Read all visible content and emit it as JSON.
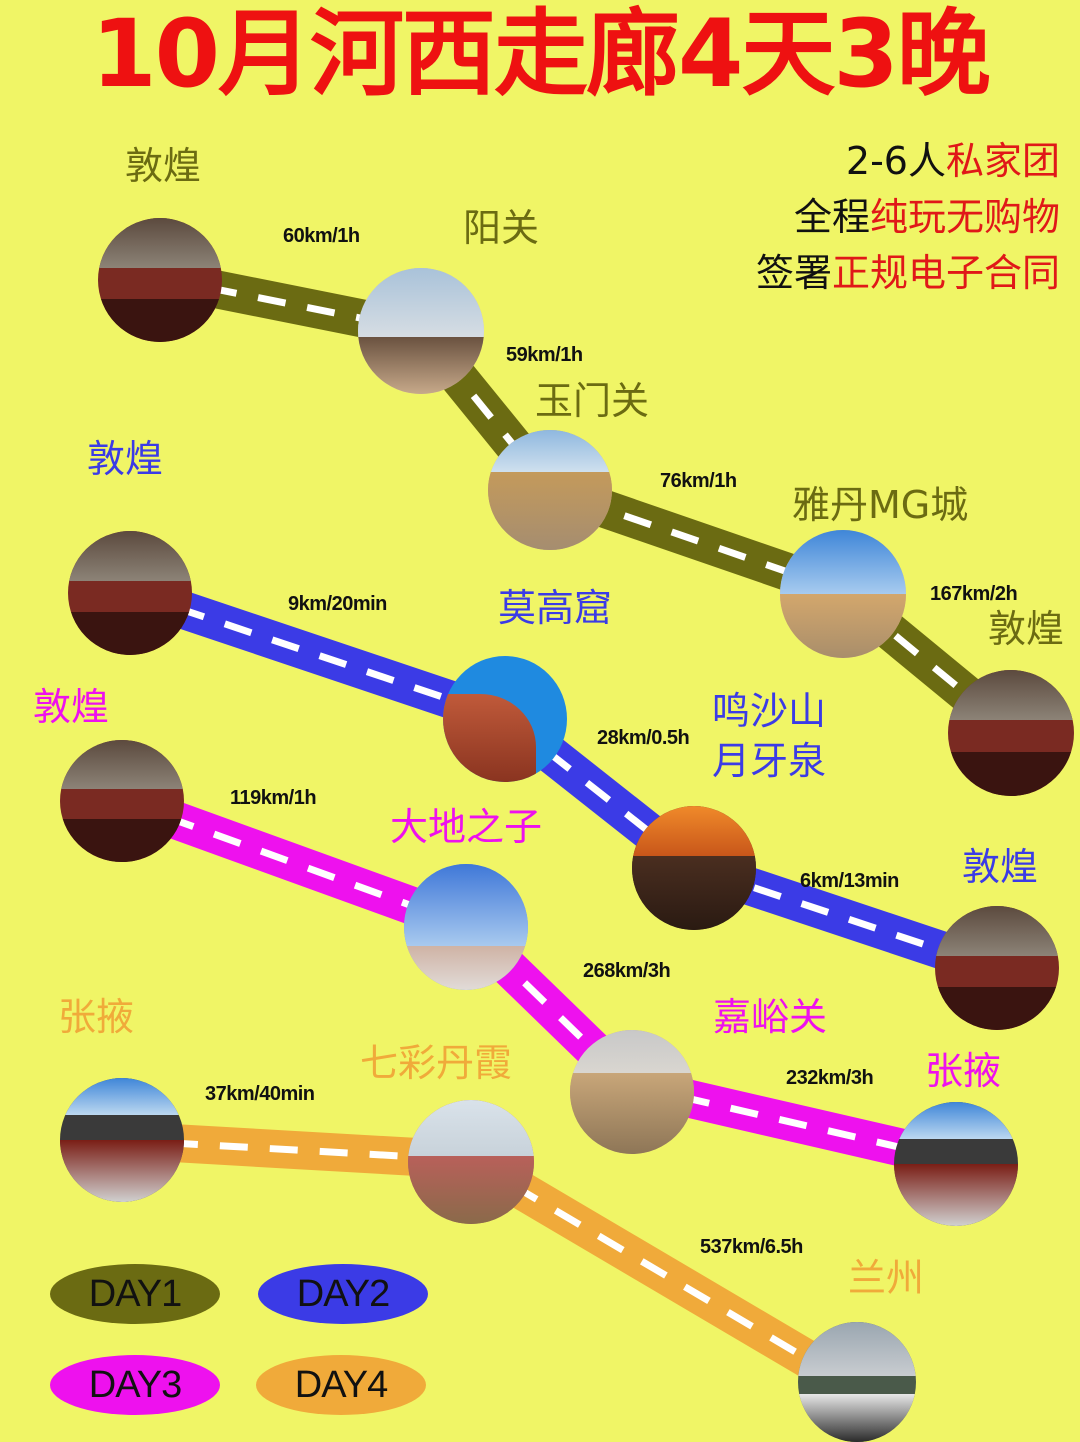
{
  "title": "10月河西走廊4天3晚",
  "promo": {
    "line1": {
      "black": "2-6人",
      "red": "私家团"
    },
    "line2": {
      "black": "全程",
      "red": "纯玩无购物"
    },
    "line3": {
      "black": "签署",
      "red": "正规电子合同"
    }
  },
  "colors": {
    "background": "#f0f566",
    "title": "#ee1111",
    "day1": "#6b6b12",
    "day2": "#3b3be6",
    "day3": "#ee11ee",
    "day4": "#f0aa3a"
  },
  "days": [
    {
      "label": "DAY1",
      "stops": [
        {
          "name": "敦煌",
          "photo": "dunhuang-gate"
        },
        {
          "name": "阳关",
          "photo": "yangguan"
        },
        {
          "name": "玉门关",
          "photo": "yumenguan"
        },
        {
          "name": "雅丹MG城",
          "photo": "yadan"
        },
        {
          "name": "敦煌",
          "photo": "dunhuang-gate"
        }
      ],
      "legs": [
        "60km/1h",
        "59km/1h",
        "76km/1h",
        "167km/2h"
      ]
    },
    {
      "label": "DAY2",
      "stops": [
        {
          "name": "敦煌",
          "photo": "dunhuang-gate"
        },
        {
          "name": "莫高窟",
          "photo": "mogao"
        },
        {
          "name": "鸣沙山\n月牙泉",
          "line1": "鸣沙山",
          "line2": "月牙泉",
          "photo": "mingshashan"
        },
        {
          "name": "敦煌",
          "photo": "dunhuang-gate"
        }
      ],
      "legs": [
        "9km/20min",
        "28km/0.5h",
        "6km/13min"
      ]
    },
    {
      "label": "DAY3",
      "stops": [
        {
          "name": "敦煌",
          "photo": "dunhuang-gate"
        },
        {
          "name": "大地之子",
          "photo": "dadizhizi"
        },
        {
          "name": "嘉峪关",
          "photo": "jiayuguan"
        },
        {
          "name": "张掖",
          "photo": "zhangye-temple"
        }
      ],
      "legs": [
        "119km/1h",
        "268km/3h",
        "232km/3h"
      ]
    },
    {
      "label": "DAY4",
      "stops": [
        {
          "name": "张掖",
          "photo": "zhangye-temple"
        },
        {
          "name": "七彩丹霞",
          "photo": "danxia"
        },
        {
          "name": "兰州",
          "photo": "lanzhou"
        }
      ],
      "legs": [
        "37km/40min",
        "537km/6.5h"
      ]
    }
  ],
  "legend": [
    "DAY1",
    "DAY2",
    "DAY3",
    "DAY4"
  ]
}
